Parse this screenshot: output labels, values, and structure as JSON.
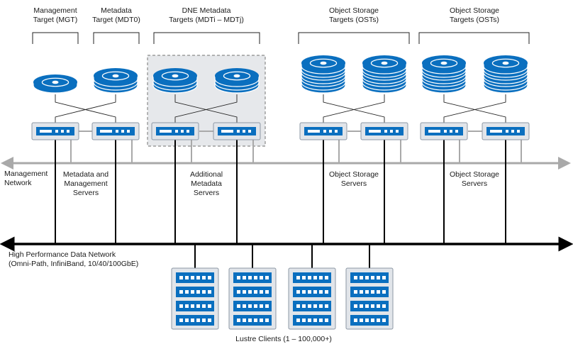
{
  "targets": [
    {
      "line1": "Management",
      "line2": "Target (MGT)"
    },
    {
      "line1": "Metadata",
      "line2": "Target (MDT0)"
    },
    {
      "line1": "DNE Metadata",
      "line2": "Targets (MDTi – MDTj)"
    },
    {
      "line1": "Object Storage",
      "line2": "Targets (OSTs)"
    },
    {
      "line1": "Object Storage",
      "line2": "Targets (OSTs)"
    }
  ],
  "networks": {
    "management": {
      "line1": "Management",
      "line2": "Network"
    },
    "data": {
      "line1": "High Performance Data  Network",
      "line2": "(Omni-Path, InfiniBand, 10/40/100GbE)"
    }
  },
  "servers": [
    {
      "line1": "Metadata and",
      "line2": "Management",
      "line3": "Servers"
    },
    {
      "line1": "Additional",
      "line2": "Metadata",
      "line3": "Servers"
    },
    {
      "line1": "Object Storage",
      "line2": "Servers"
    },
    {
      "line1": "Object Storage",
      "line2": "Servers"
    }
  ],
  "clients": {
    "label": "Lustre Clients (1 – 100,000+)",
    "count": 4
  },
  "colors": {
    "accent": "#0a6fbf",
    "accent_light": "#3d9be0",
    "server_bg": "#e1e5ea",
    "server_border": "#8d98a4",
    "dne_bg": "#e6e8eb",
    "mgmt_line": "#a9a9a9",
    "data_line": "#000000"
  }
}
